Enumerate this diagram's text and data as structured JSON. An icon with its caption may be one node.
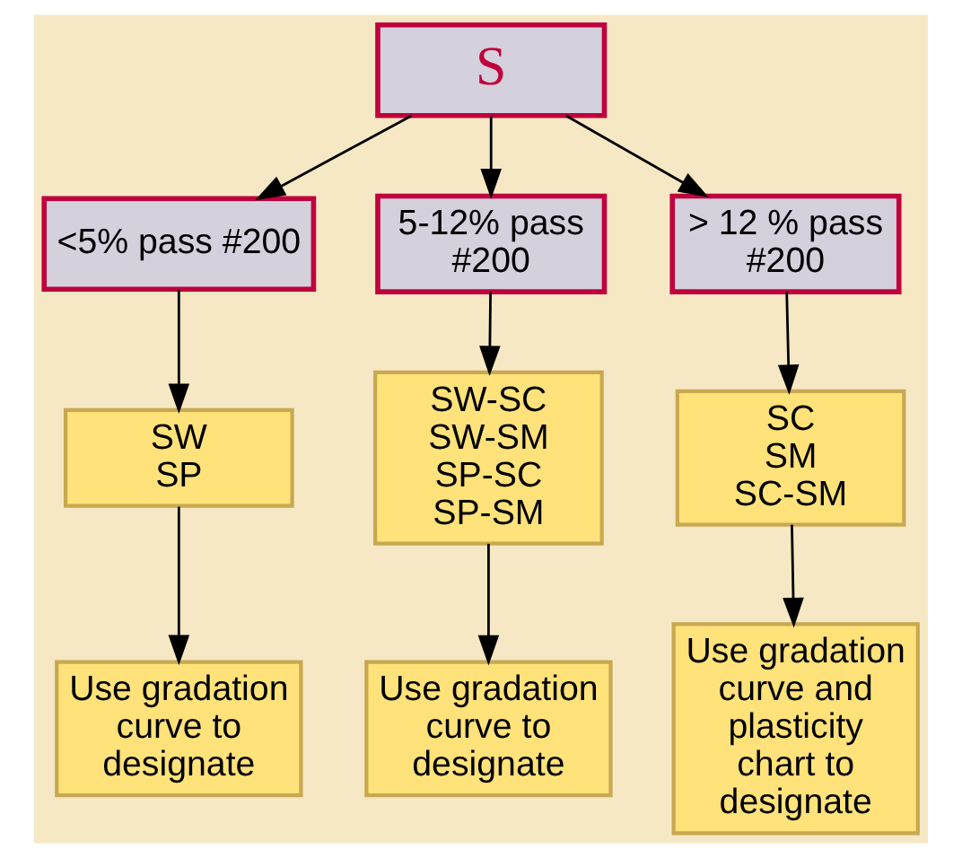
{
  "diagram": {
    "nodes": [
      {
        "text": [
          "S"
        ]
      },
      {
        "text": [
          "<5% pass #200"
        ]
      },
      {
        "text": [
          "5-12% pass #200"
        ]
      },
      {
        "text": [
          "> 12 % pass #200"
        ]
      },
      {
        "text": [
          "SW",
          "SP"
        ]
      },
      {
        "text": [
          "SW-SC",
          "SW-SM",
          "SP-SC",
          "SP-SM"
        ]
      },
      {
        "text": [
          "SC",
          "SM",
          "SC-SM"
        ]
      },
      {
        "text": [
          "Use gradation curve to designate"
        ]
      },
      {
        "text": [
          "Use gradation curve to designate"
        ]
      },
      {
        "text": [
          "Use gradation curve and plasticity chart to designate"
        ]
      }
    ],
    "edges": [
      {
        "from": 0,
        "to": 1,
        "arrow": "to"
      },
      {
        "from": 0,
        "to": 2,
        "arrow": "to"
      },
      {
        "from": 0,
        "to": 3,
        "arrow": "to"
      },
      {
        "from": 1,
        "to": 4,
        "arrow": "to"
      },
      {
        "from": 2,
        "to": 5,
        "arrow": "to"
      },
      {
        "from": 3,
        "to": 6,
        "arrow": "to"
      },
      {
        "from": 4,
        "to": 7,
        "arrow": "to"
      },
      {
        "from": 5,
        "to": 8,
        "arrow": "to"
      },
      {
        "from": 6,
        "to": 9,
        "arrow": "to"
      }
    ]
  }
}
